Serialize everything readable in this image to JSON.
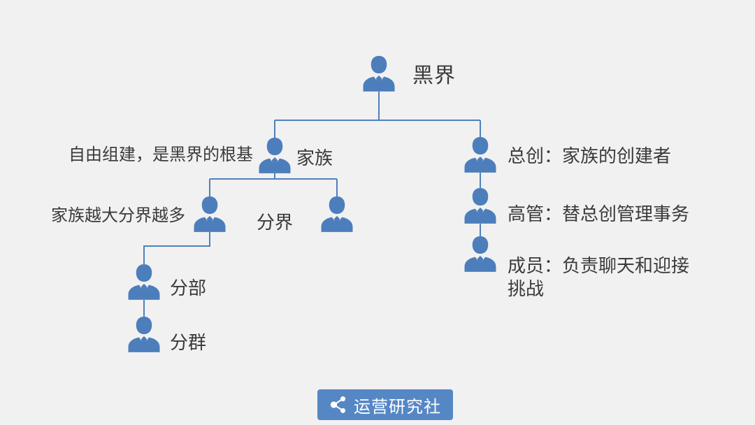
{
  "colors": {
    "background": "#f1f1f2",
    "icon_blue": "#4d7ebc",
    "line_blue": "#5080ba",
    "text_dark": "#3a3a3a",
    "logo_bg": "#5687c5",
    "logo_fg": "#ffffff"
  },
  "tree": {
    "root_label": "黑界",
    "family_note": "自由组建，是黑界的根基",
    "family_label": "家族",
    "branch_note": "家族越大分界越多",
    "branch_label": "分界",
    "division_label": "分部",
    "group_label": "分群"
  },
  "roles": [
    {
      "label": "总创：家族的创建者"
    },
    {
      "label": "高管：替总创管理事务"
    },
    {
      "label": "成员：负责聊天和迎接挑战"
    }
  ],
  "logo": {
    "text": "运营研究社",
    "icon": "share-network-icon"
  }
}
